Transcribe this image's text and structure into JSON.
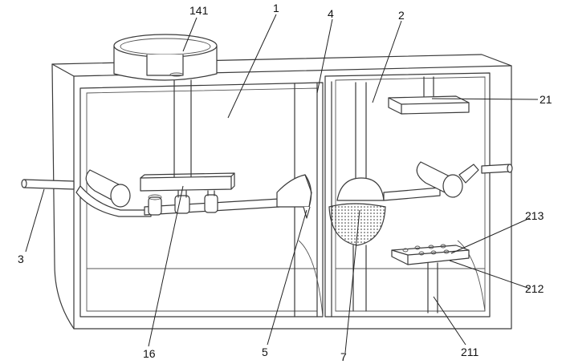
{
  "labels": {
    "l141": "141",
    "l1": "1",
    "l4": "4",
    "l2": "2",
    "l21": "21",
    "l3": "3",
    "l213": "213",
    "l212": "212",
    "l16": "16",
    "l5": "5",
    "l7": "7",
    "l211": "211"
  }
}
